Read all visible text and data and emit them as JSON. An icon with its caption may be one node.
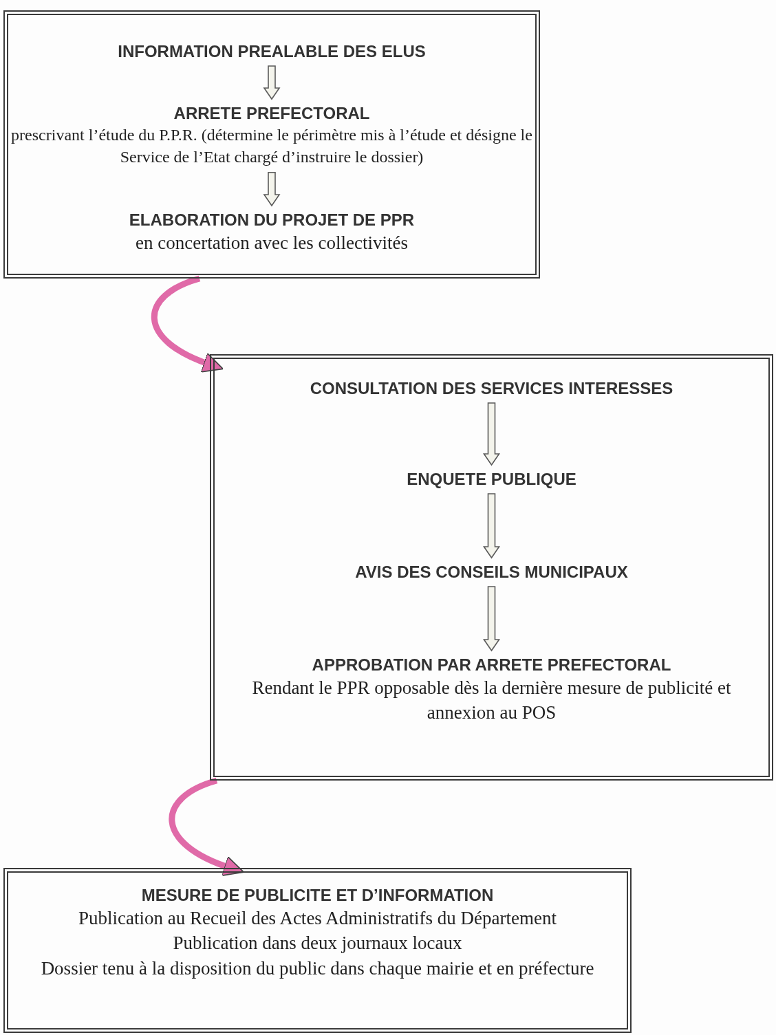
{
  "diagram": {
    "nodes": [
      {
        "text": [],
        "shape": "box"
      },
      {
        "text": [
          "INFORMATION PREALABLE DES ELUS"
        ],
        "in": 0
      },
      {
        "text": [
          "ARRETE PREFECTORAL",
          "prescrivant l’étude du P.P.R. (détermine le périmètre mis à l’étude et désigne le Service de l’Etat chargé d’instruire le dossier)"
        ],
        "in": 0
      },
      {
        "text": [
          "ELABORATION DU PROJET DE PPR",
          "en concertation avec les collectivités"
        ],
        "in": 0
      },
      {
        "text": [],
        "shape": "box"
      },
      {
        "text": [
          "CONSULTATION DES SERVICES INTERESSES"
        ],
        "in": 4
      },
      {
        "text": [
          "ENQUETE PUBLIQUE"
        ],
        "in": 4
      },
      {
        "text": [
          "AVIS DES CONSEILS MUNICIPAUX"
        ],
        "in": 4
      },
      {
        "text": [
          "APPROBATION PAR ARRETE PREFECTORAL",
          "Rendant le PPR opposable dès la dernière mesure de publicité et annexion au POS"
        ],
        "in": 4
      },
      {
        "text": [
          "MESURE DE PUBLICITE ET D’INFORMATION",
          "Publication au Recueil des Actes Administratifs du Département",
          "Publication dans deux journaux locaux",
          "Dossier tenu à la disposition du public dans chaque mairie et en préfecture"
        ]
      }
    ],
    "edges": [
      {
        "from": 1,
        "to": 2,
        "arrow": "to"
      },
      {
        "from": 2,
        "to": 3,
        "arrow": "to"
      },
      {
        "from": 0,
        "to": 4,
        "arrow": "to",
        "color": "#e06aa8"
      },
      {
        "from": 5,
        "to": 6,
        "arrow": "to"
      },
      {
        "from": 6,
        "to": 7,
        "arrow": "to"
      },
      {
        "from": 7,
        "to": 8,
        "arrow": "to"
      },
      {
        "from": 4,
        "to": 9,
        "arrow": "to",
        "color": "#e06aa8"
      }
    ]
  }
}
